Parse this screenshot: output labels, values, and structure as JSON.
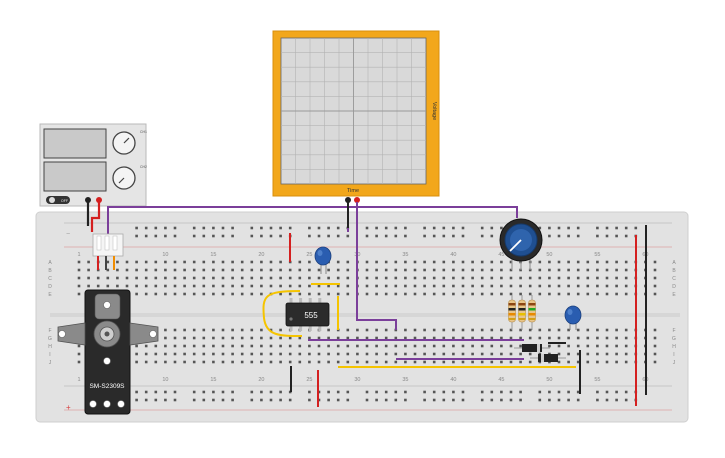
{
  "oscilloscope": {
    "x_label": "Time",
    "y_label": "Voltage",
    "frame_color": "#f2a71b"
  },
  "power_supply": {
    "knob1_label": "CH1",
    "knob2_label": "CH2",
    "switch_label": "OFF"
  },
  "ic": {
    "label": "555"
  },
  "servo": {
    "label": "SM-S2309S"
  },
  "breadboard": {
    "column_numbers": [
      "1",
      "10",
      "15",
      "20",
      "25",
      "30",
      "35",
      "40",
      "45",
      "50",
      "55",
      "60"
    ],
    "rows_top": [
      "A",
      "B",
      "C",
      "D",
      "E"
    ],
    "rows_bottom": [
      "F",
      "G",
      "H",
      "I",
      "J"
    ]
  },
  "colors": {
    "wire_purple": "#7b3f9a",
    "wire_red": "#d42020",
    "wire_black": "#222222",
    "wire_yellow": "#f5c400",
    "capacitor_blue": "#2a5db0",
    "pot_blue": "#1f4f91"
  }
}
